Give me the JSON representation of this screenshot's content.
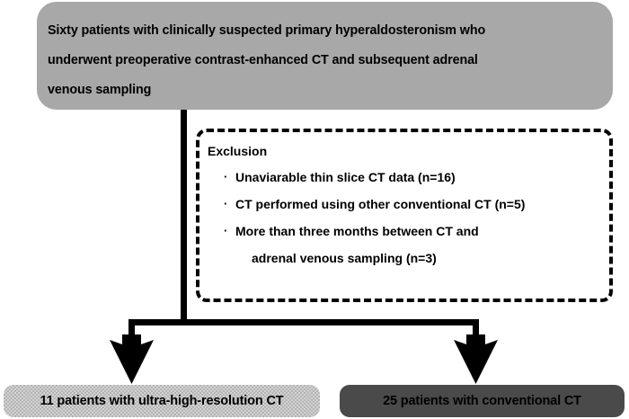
{
  "figure": {
    "type": "patient-selection-flowchart",
    "colors": {
      "header_fill": "#a8a8a8",
      "left_outcome_fill": "#d2d2d2",
      "right_outcome_fill": "#4a4a4a",
      "line": "#000000"
    }
  },
  "header": {
    "lines": [
      "Sixty patients with clinically suspected primary hyperaldosteronism who",
      "underwent preoperative contrast-enhanced CT and subsequent adrenal",
      "venous sampling"
    ]
  },
  "exclusion": {
    "title": "Exclusion",
    "bullet": "·",
    "items": [
      {
        "text": "Unaviarable thin slice CT data (n=16)"
      },
      {
        "text": "CT performed using other conventional CT (n=5)"
      },
      {
        "text": "More than three months  between CT and",
        "continuation": "adrenal venous sampling (n=3)"
      }
    ]
  },
  "outcomes": {
    "left": {
      "label": "11 patients with ultra-high-resolution CT"
    },
    "right": {
      "label": "25 patients with conventional CT"
    }
  }
}
